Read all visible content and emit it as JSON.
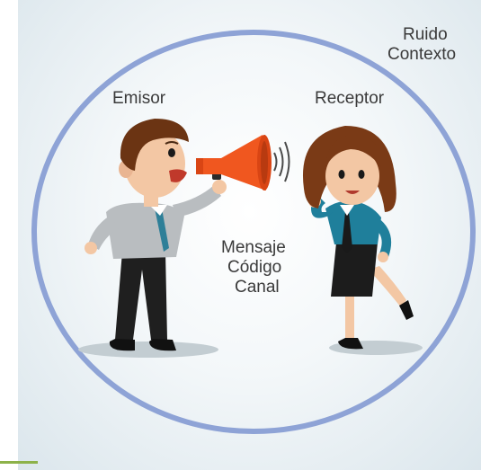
{
  "context_labels": {
    "ruido": "Ruido",
    "contexto": "Contexto"
  },
  "roles": {
    "sender": "Emisor",
    "receiver": "Receptor"
  },
  "center_labels": {
    "mensaje": "Mensaje",
    "codigo": "Código",
    "canal": "Canal"
  },
  "colors": {
    "circle": "#8ea3d6",
    "accent": "#8db24a",
    "shirt": "#b9bdc0",
    "tie": "#2e7f98",
    "megaphone": "#f0571f",
    "receiver_top": "#1f7f9b",
    "hair": "#7a3a16"
  },
  "icons": [
    "megaphone-icon",
    "sound-waves-icon"
  ]
}
